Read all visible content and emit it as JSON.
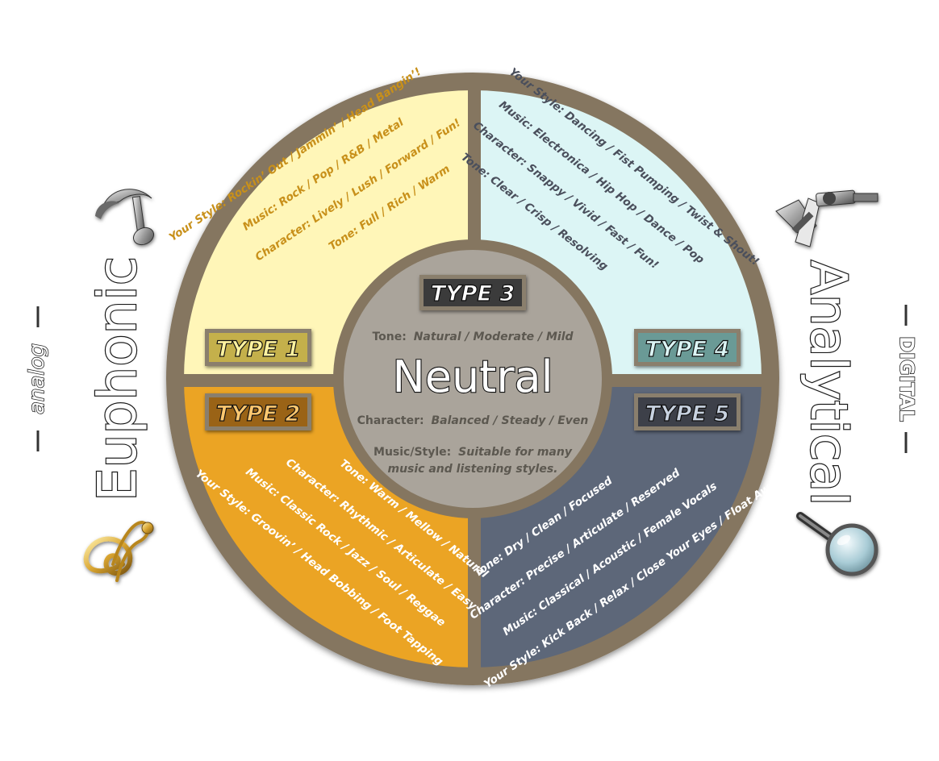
{
  "colors": {
    "ring": "#857660",
    "type1": "#fff6b8",
    "type2": "#eba424",
    "type3_center": "#aaa49b",
    "type4": "#dcf5f5",
    "type5": "#5d6779"
  },
  "center": {
    "badge": "TYPE 3",
    "title": "Neutral",
    "tone_label": "Tone:",
    "tone_value": "Natural / Moderate / Mild",
    "character_label": "Character:",
    "character_value": "Balanced / Steady / Even",
    "music_label": "Music/Style:",
    "music_value_line1": "Suitable for many",
    "music_value_line2": "music and listening styles."
  },
  "type1": {
    "badge": "TYPE 1",
    "lines": [
      "Your Style: Rockin’ Out / Jammin’ / Head Bangin’!",
      "Music: Rock / Pop / R&B / Metal",
      "Character: Lively / Lush / Forward / Fun!",
      "Tone: Full / Rich / Warm"
    ]
  },
  "type2": {
    "badge": "TYPE 2",
    "lines": [
      "Tone: Warm / Mellow / Natural",
      "Character: Rhythmic / Articulate / Easy",
      "Music: Classic Rock / Jazz / Soul / Reggae",
      "Your Style: Groovin’ / Head Bobbing / Foot Tapping"
    ]
  },
  "type4": {
    "badge": "TYPE 4",
    "lines": [
      "Your Style: Dancing / Fist Pumping / Twist & Shout!",
      "Music: Electronica / Hip Hop / Dance / Pop",
      "Character: Snappy / Vivid / Fast / Fun!",
      "Tone: Clear / Crisp / Resolving"
    ]
  },
  "type5": {
    "badge": "TYPE 5",
    "lines": [
      "Tone: Dry / Clean / Focused",
      "Character: Precise / Articulate / Reserved",
      "Music: Classical / Acoustic / Female Vocals",
      "Your Style: Kick Back / Relax / Close Your Eyes / Float Away"
    ]
  },
  "left_side": {
    "word": "Euphonic",
    "sub": "analog",
    "top_icon": "music-note-icon",
    "bottom_icon": "treble-clef-icon"
  },
  "right_side": {
    "word": "Analytical",
    "sub": "DIGITAL",
    "top_icon": "microscope-icon",
    "bottom_icon": "magnifying-glass-icon"
  }
}
